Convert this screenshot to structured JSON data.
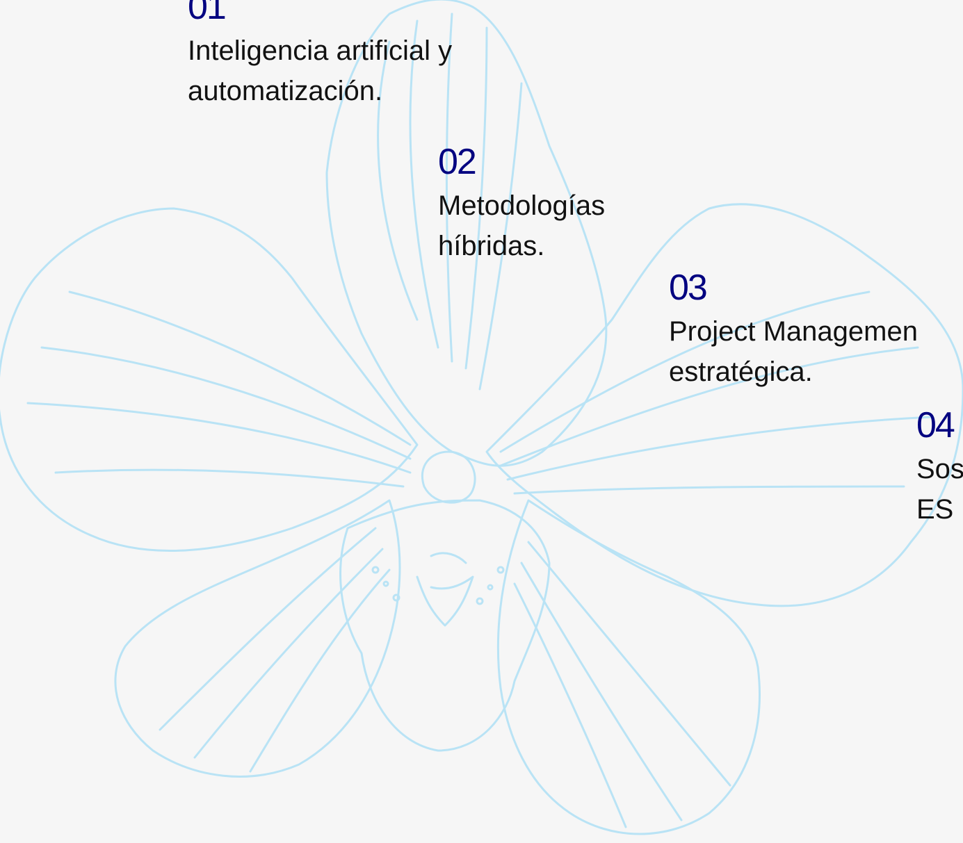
{
  "colors": {
    "background": "#f6f6f6",
    "number": "#000080",
    "text": "#111111",
    "orchid_line": "#b9e3f5"
  },
  "illustration": {
    "icon": "orchid-line-art"
  },
  "items": [
    {
      "number": "01",
      "text_line1": "Inteligencia artificial y",
      "text_line2": "automatización."
    },
    {
      "number": "02",
      "text_line1": "Metodologías",
      "text_line2": "híbridas."
    },
    {
      "number": "03",
      "text_line1": "Project Managemen",
      "text_line2": "estratégica."
    },
    {
      "number": "04",
      "text_line1": "Sos",
      "text_line2": "ES"
    }
  ]
}
